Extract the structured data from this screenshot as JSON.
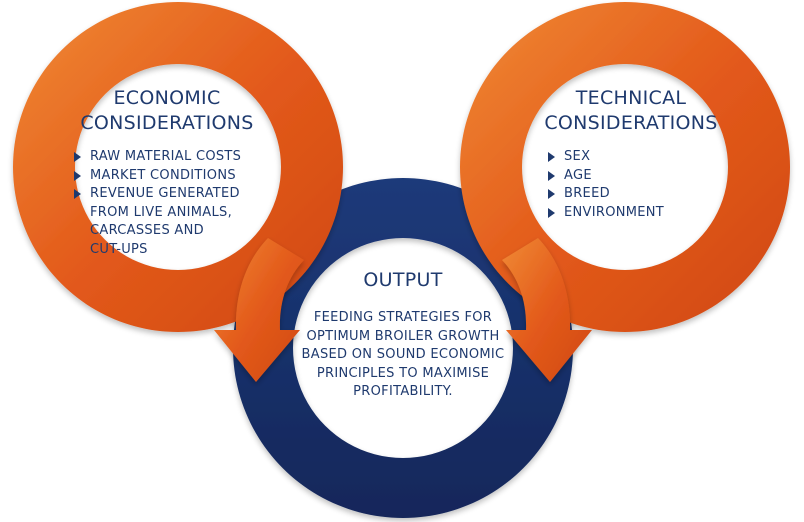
{
  "colors": {
    "orange": "#e35a1b",
    "orange_light": "#f08a35",
    "navy": "#16306a",
    "text": "#1f3a6e"
  },
  "economic": {
    "title_line1": "ECONOMIC",
    "title_line2": "CONSIDERATIONS",
    "items": [
      "RAW MATERIAL COSTS",
      "MARKET CONDITIONS",
      "REVENUE GENERATED"
    ],
    "item3_cont": [
      "FROM LIVE ANIMALS,",
      "CARCASSES AND",
      "CUT-UPS"
    ]
  },
  "technical": {
    "title_line1": "TECHNICAL",
    "title_line2": "CONSIDERATIONS",
    "items": [
      "SEX",
      "AGE",
      "BREED",
      "ENVIRONMENT"
    ]
  },
  "output": {
    "title": "OUTPUT",
    "lines": [
      "FEEDING STRATEGIES FOR",
      "OPTIMUM BROILER GROWTH",
      "BASED ON SOUND ECONOMIC",
      "PRINCIPLES TO MAXIMISE",
      "PROFITABILITY."
    ]
  }
}
